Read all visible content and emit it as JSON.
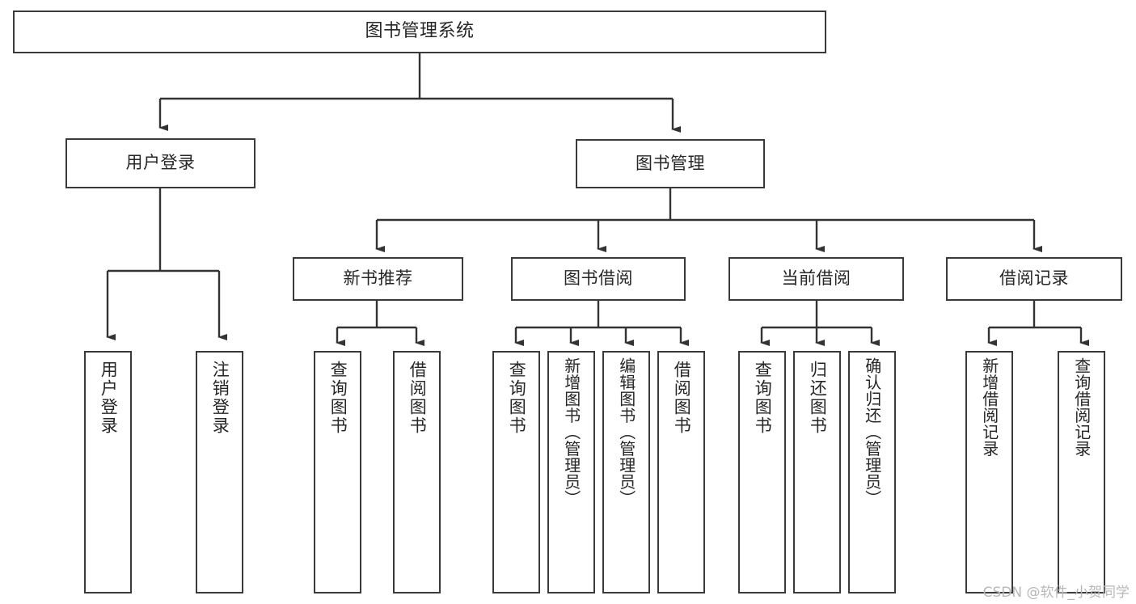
{
  "diagram": {
    "title": "图书管理系统",
    "type": "tree",
    "orientation": "top-down",
    "colors": {
      "box_border": "#3a3a3a",
      "box_fill": "#ffffff",
      "connector": "#333333",
      "text": "#262626",
      "watermark": "#b8b8b8",
      "background": "#ffffff"
    },
    "watermark": "CSDN @软件_小贺同学",
    "nodes": {
      "root": {
        "label": "图书管理系统"
      },
      "level2": [
        {
          "id": "user-login",
          "label": "用户登录"
        },
        {
          "id": "book-manage",
          "label": "图书管理"
        }
      ],
      "level3": [
        {
          "id": "new-book-recommend",
          "label": "新书推荐"
        },
        {
          "id": "book-borrow",
          "label": "图书借阅"
        },
        {
          "id": "current-borrow",
          "label": "当前借阅"
        },
        {
          "id": "borrow-record",
          "label": "借阅记录"
        }
      ],
      "leaves": {
        "user-login": [
          {
            "id": "leaf-user-login",
            "label": "用户登录"
          },
          {
            "id": "leaf-logout-login",
            "label": "注销登录"
          }
        ],
        "new-book-recommend": [
          {
            "id": "leaf-query-book-1",
            "label": "查询图书"
          },
          {
            "id": "leaf-borrow-book-1",
            "label": "借阅图书"
          }
        ],
        "book-borrow": [
          {
            "id": "leaf-query-book-2",
            "label": "查询图书"
          },
          {
            "id": "leaf-add-book-admin",
            "label": "新增图书（管理员）"
          },
          {
            "id": "leaf-edit-book-admin",
            "label": "编辑图书（管理员）"
          },
          {
            "id": "leaf-borrow-book-2",
            "label": "借阅图书"
          }
        ],
        "current-borrow": [
          {
            "id": "leaf-query-book-3",
            "label": "查询图书"
          },
          {
            "id": "leaf-return-book",
            "label": "归还图书"
          },
          {
            "id": "leaf-confirm-return-admin",
            "label": "确认归还（管理员）"
          }
        ],
        "borrow-record": [
          {
            "id": "leaf-add-borrow-record",
            "label": "新增借阅记录"
          },
          {
            "id": "leaf-query-borrow-record",
            "label": "查询借阅记录"
          }
        ]
      }
    }
  }
}
